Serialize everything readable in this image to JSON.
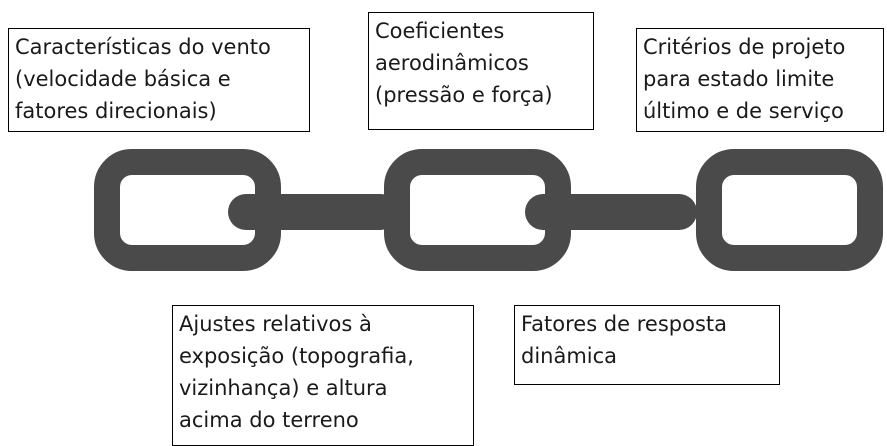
{
  "colors": {
    "chain": "#4a4a4a",
    "box_border": "#000000",
    "text": "#1a1a1a"
  },
  "boxes": {
    "wind_characteristics": {
      "lines": [
        "Características do vento",
        "(velocidade básica e",
        "fatores direcionais)"
      ]
    },
    "aero_coefficients": {
      "lines": [
        "Coeficientes",
        "aerodinâmicos",
        "(pressão e força)"
      ]
    },
    "design_criteria": {
      "lines": [
        "Critérios de projeto",
        "para estado limite",
        "último e de serviço"
      ]
    },
    "exposure_adjustments": {
      "lines": [
        "Ajustes relativos à",
        "exposição (topografia,",
        "vizinhança) e altura",
        "acima do terreno"
      ]
    },
    "dynamic_response": {
      "lines": [
        "Fatores de resposta",
        "dinâmica"
      ]
    }
  }
}
